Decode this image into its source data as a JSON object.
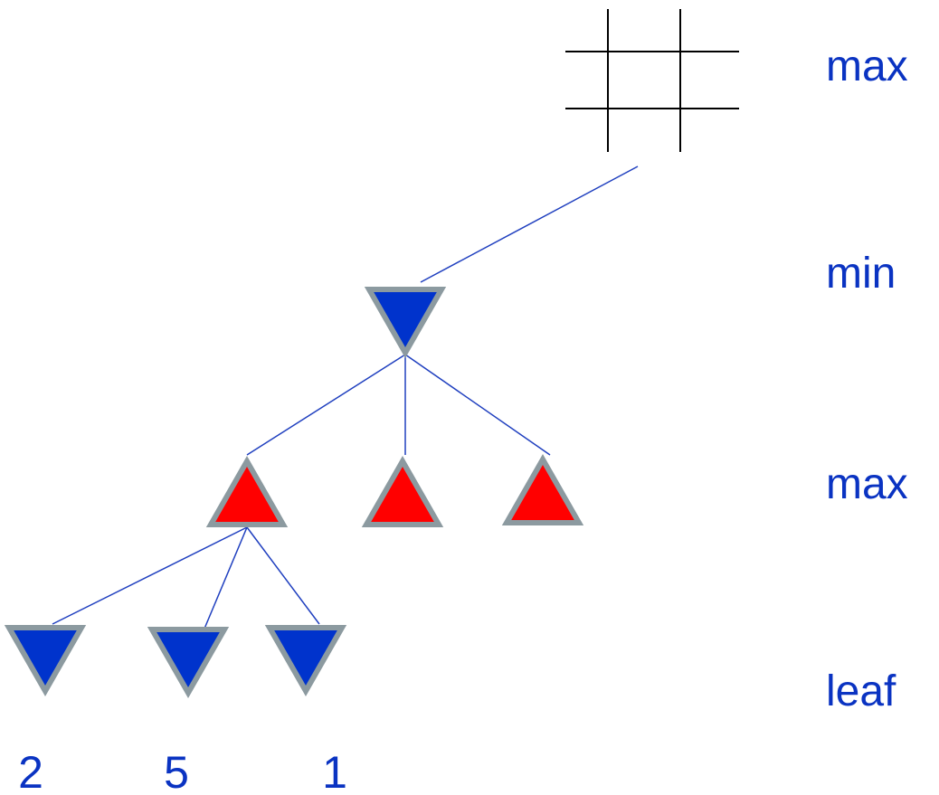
{
  "colors": {
    "edge": "#1f3fbf",
    "min_node_fill": "#0033cc",
    "max_node_fill": "#ff0000",
    "node_outline": "#8c9aa0",
    "board_lines": "#000000",
    "label_text": "#0a33c2"
  },
  "icons": {
    "root": "tic-tac-toe-board-icon",
    "min_node": "down-triangle-icon",
    "max_node": "up-triangle-icon"
  },
  "level_labels": {
    "root": "max",
    "level1": "min",
    "level2": "max",
    "level3": "leaf"
  },
  "leaf_values": [
    "2",
    "5",
    "1"
  ]
}
